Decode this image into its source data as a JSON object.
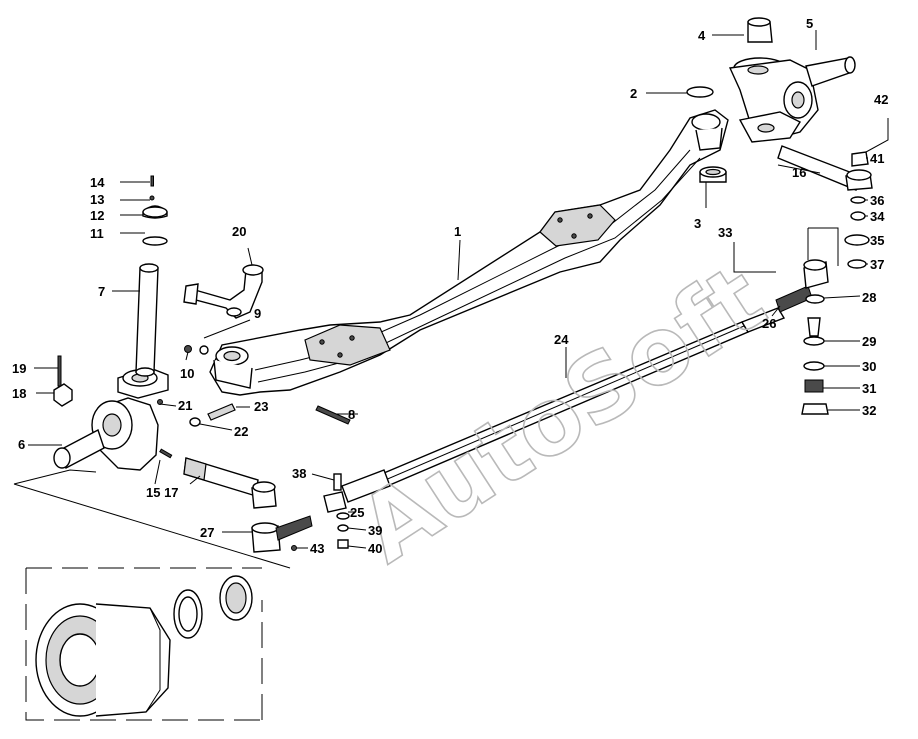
{
  "watermark": "AutoSoft",
  "callouts": {
    "c1": "1",
    "c2": "2",
    "c3": "3",
    "c4": "4",
    "c5": "5",
    "c6": "6",
    "c7": "7",
    "c8": "8",
    "c9": "9",
    "c10": "10",
    "c11": "11",
    "c12": "12",
    "c13": "13",
    "c14": "14",
    "c15_17": "15 17",
    "c16": "16",
    "c18": "18",
    "c19": "19",
    "c20": "20",
    "c21": "21",
    "c22": "22",
    "c23": "23",
    "c24": "24",
    "c25": "25",
    "c26": "26",
    "c27": "27",
    "c28": "28",
    "c29": "29",
    "c30": "30",
    "c31": "31",
    "c32": "32",
    "c33": "33",
    "c34": "34",
    "c35": "35",
    "c36": "36",
    "c37": "37",
    "c38": "38",
    "c39": "39",
    "c40": "40",
    "c41": "41",
    "c42": "42",
    "c43": "43"
  }
}
